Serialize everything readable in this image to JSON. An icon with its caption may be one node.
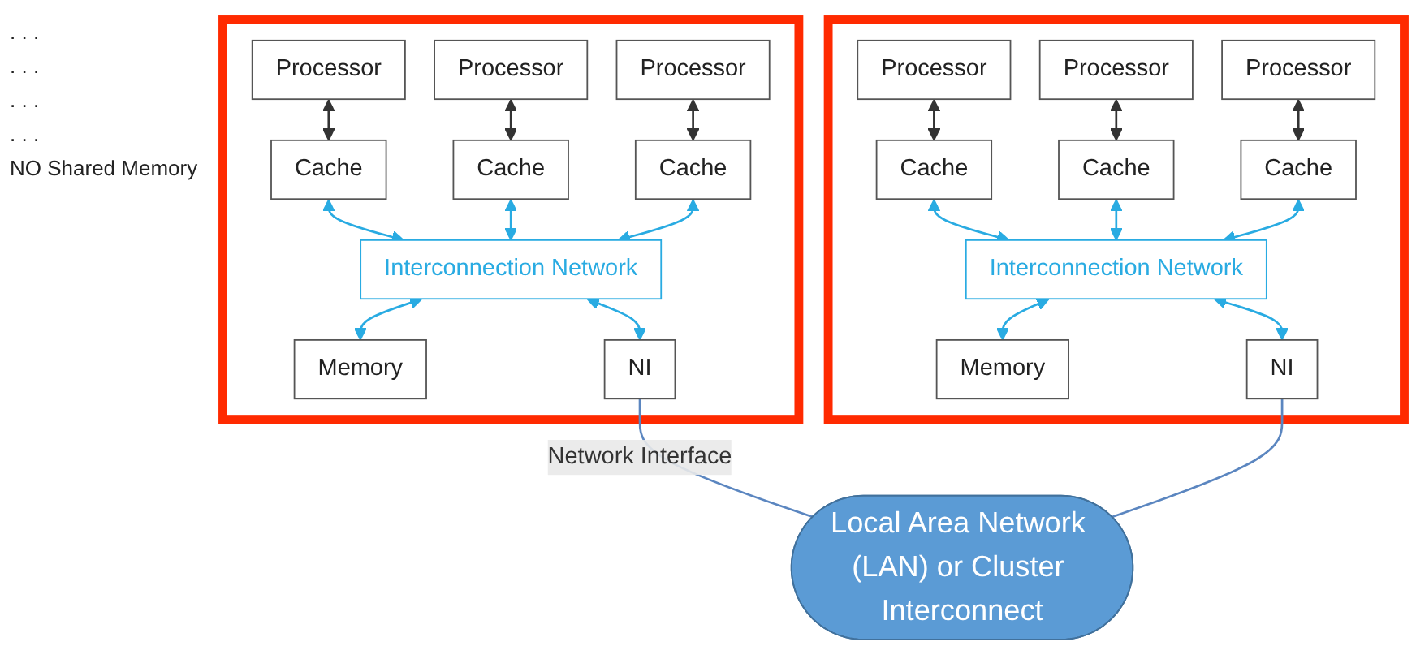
{
  "diagram": {
    "nodes": [
      {
        "text": [],
        "shape": "box"
      },
      {
        "text": [
          "Processor"
        ],
        "in": 0
      },
      {
        "text": [
          "Processor"
        ],
        "in": 0
      },
      {
        "text": [
          "Processor"
        ],
        "in": 0
      },
      {
        "text": [
          "Cache"
        ],
        "in": 0
      },
      {
        "text": [
          "Cache"
        ],
        "in": 0
      },
      {
        "text": [
          "Cache"
        ],
        "in": 0
      },
      {
        "text": [
          "Interconnection Network"
        ],
        "in": 0
      },
      {
        "text": [
          "Memory"
        ],
        "in": 0
      },
      {
        "text": [
          "NI"
        ],
        "in": 0
      },
      {
        "text": [],
        "shape": "box"
      },
      {
        "text": [
          "Processor"
        ],
        "in": 10
      },
      {
        "text": [
          "Processor"
        ],
        "in": 10
      },
      {
        "text": [
          "Processor"
        ],
        "in": 10
      },
      {
        "text": [
          "Cache"
        ],
        "in": 10
      },
      {
        "text": [
          "Cache"
        ],
        "in": 10
      },
      {
        "text": [
          "Cache"
        ],
        "in": 10
      },
      {
        "text": [
          "Interconnection Network"
        ],
        "in": 10
      },
      {
        "text": [
          "Memory"
        ],
        "in": 10
      },
      {
        "text": [
          "NI"
        ],
        "in": 10
      },
      {
        "text": [
          "Local Area Network (LAN) or Cluster Interconnect"
        ]
      }
    ],
    "edges": [
      {
        "from": 1,
        "to": 4,
        "arrow": "both",
        "color": "#333333"
      },
      {
        "from": 2,
        "to": 5,
        "arrow": "both",
        "color": "#333333"
      },
      {
        "from": 3,
        "to": 6,
        "arrow": "both",
        "color": "#333333"
      },
      {
        "from": 4,
        "to": 7,
        "arrow": "both"
      },
      {
        "from": 5,
        "to": 7,
        "arrow": "both"
      },
      {
        "from": 6,
        "to": 7,
        "arrow": "both"
      },
      {
        "from": 7,
        "to": 8,
        "arrow": "both"
      },
      {
        "from": 7,
        "to": 9,
        "arrow": "both"
      },
      {
        "from": 11,
        "to": 14,
        "arrow": "both",
        "color": "#333333"
      },
      {
        "from": 12,
        "to": 15,
        "arrow": "both",
        "color": "#333333"
      },
      {
        "from": 13,
        "to": 16,
        "arrow": "both",
        "color": "#333333"
      },
      {
        "from": 14,
        "to": 17,
        "arrow": "both"
      },
      {
        "from": 15,
        "to": 17,
        "arrow": "both"
      },
      {
        "from": 16,
        "to": 17,
        "arrow": "both"
      },
      {
        "from": 17,
        "to": 18,
        "arrow": "both"
      },
      {
        "from": 17,
        "to": 19,
        "arrow": "both"
      },
      {
        "from": 9,
        "to": 20,
        "arrow": "none",
        "label": "Network Interface",
        "color": "#5b86c0"
      },
      {
        "from": 19,
        "to": 20,
        "arrow": "none",
        "color": "#5b86c0"
      }
    ],
    "labels": [
      ". . .",
      ". . .",
      ". . .",
      ". . .",
      "NO Shared Memory"
    ]
  }
}
